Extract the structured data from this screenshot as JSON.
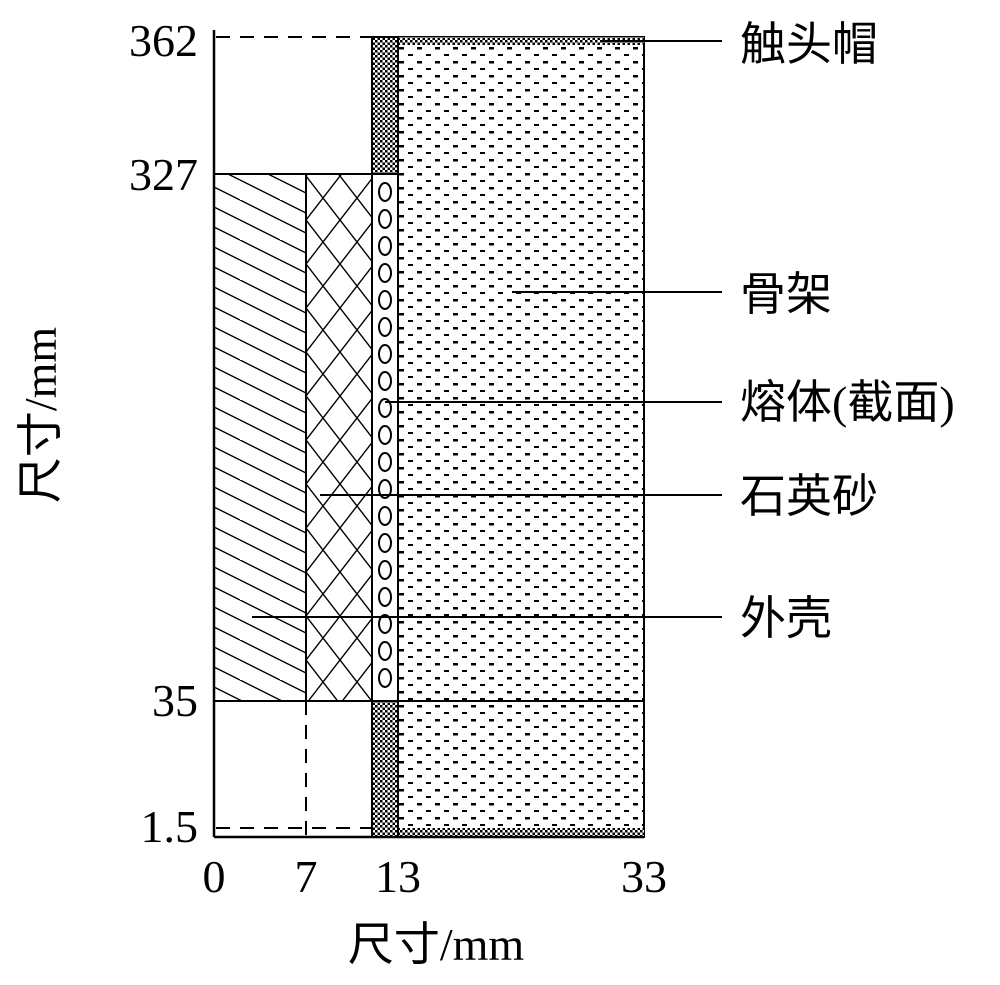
{
  "figure": {
    "x_axis": {
      "label": "尺寸/mm",
      "ticks": [
        "0",
        "7",
        "13",
        "33"
      ]
    },
    "y_axis": {
      "label": "尺寸/mm",
      "ticks": [
        "362",
        "327",
        "35",
        "1.5"
      ]
    },
    "callouts": {
      "cap": "触头帽",
      "skeleton": "骨架",
      "melt": "熔体(截面)",
      "sand": "石英砂",
      "shell": "外壳"
    }
  }
}
